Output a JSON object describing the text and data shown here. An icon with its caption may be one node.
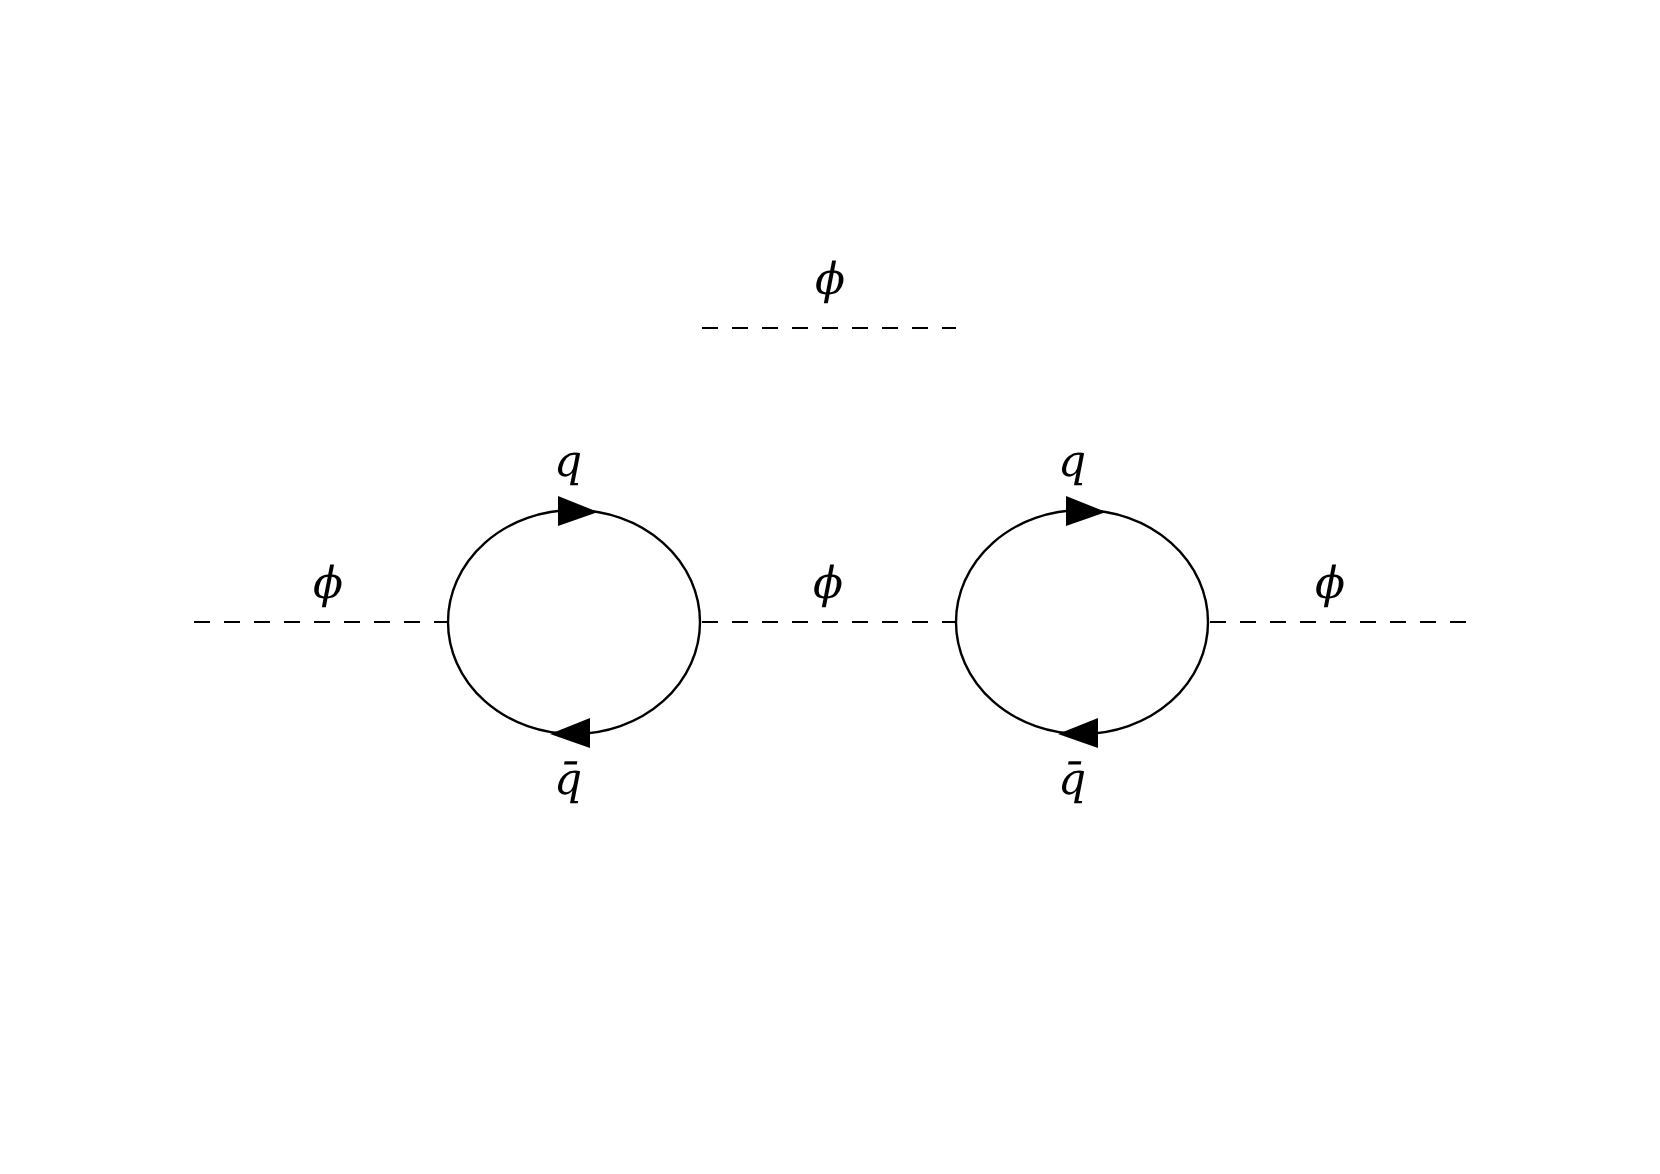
{
  "diagram": {
    "labels": [
      "ϕ",
      "q",
      "q",
      "ϕ",
      "ϕ",
      "ϕ",
      "q̄",
      "q̄"
    ]
  }
}
